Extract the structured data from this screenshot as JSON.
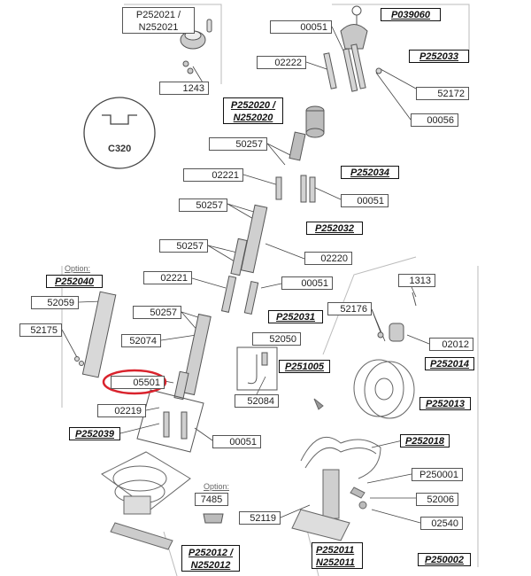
{
  "labels": {
    "p252021": "P252021 / N252021",
    "p039060": "P039060",
    "l00051a": "00051",
    "p252033": "P252033",
    "l02222": "02222",
    "l52172": "52172",
    "l1243": "1243",
    "p252020": "P252020 / N252020",
    "l00056": "00056",
    "l50257a": "50257",
    "l02221a": "02221",
    "p252034": "P252034",
    "l00051b": "00051",
    "l50257b": "50257",
    "p252032": "P252032",
    "l50257c": "50257",
    "l02220": "02220",
    "l02221b": "02221",
    "l00051c": "00051",
    "l1313": "1313",
    "p252040": "P252040",
    "l52059": "52059",
    "l50257d": "50257",
    "p252031": "P252031",
    "l52176": "52176",
    "l52175": "52175",
    "l52074": "52074",
    "l52050": "52050",
    "l02012": "02012",
    "p252014": "P252014",
    "p251005": "P251005",
    "l05501": "05501",
    "l52084": "52084",
    "p252013": "P252013",
    "l02219": "02219",
    "p252039": "P252039",
    "l00051d": "00051",
    "p252018": "P252018",
    "l7485": "7485",
    "p250001": "P250001",
    "l52006": "52006",
    "l52119": "52119",
    "l02540": "02540",
    "p252012": "P252012 / N252012",
    "p252011": "P252011 N252011",
    "p250002": "P250002"
  },
  "option_text": {
    "left": "Option:",
    "bottom": "Option:"
  },
  "c320_text": "C320",
  "colors": {
    "highlight": "#d9232d",
    "line": "#333333",
    "part": "#9a9a9a"
  }
}
